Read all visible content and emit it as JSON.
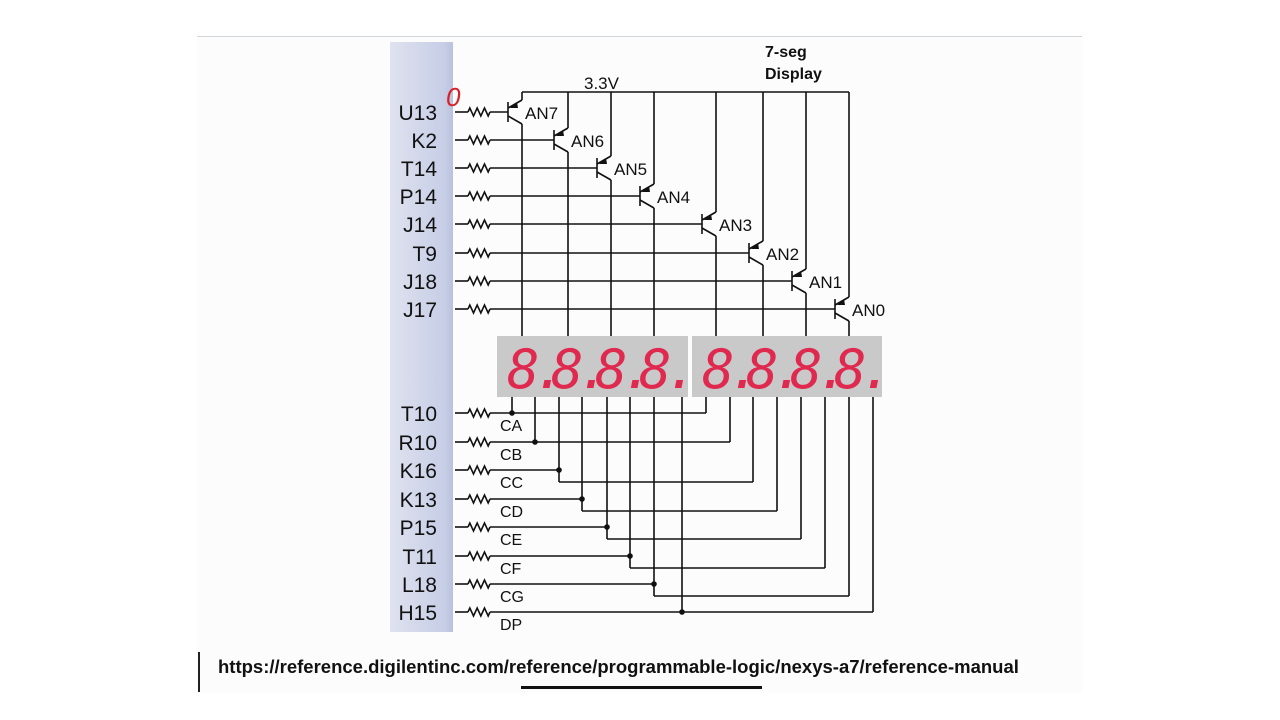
{
  "diagram": {
    "title": "7-seg Display",
    "supply_label": "3.3V",
    "annotation": "0",
    "anode_pins": [
      "U13",
      "K2",
      "T14",
      "P14",
      "J14",
      "T9",
      "J18",
      "J17"
    ],
    "anode_labels": [
      "AN7",
      "AN6",
      "AN5",
      "AN4",
      "AN3",
      "AN2",
      "AN1",
      "AN0"
    ],
    "cathode_pins": [
      "T10",
      "R10",
      "K16",
      "K13",
      "P15",
      "T11",
      "L18",
      "H15"
    ],
    "cathode_labels": [
      "CA",
      "CB",
      "CC",
      "CD",
      "CE",
      "CF",
      "CG",
      "DP"
    ],
    "digits": [
      "8.",
      "8.",
      "8.",
      "8.",
      "8.",
      "8.",
      "8.",
      "8."
    ],
    "colors": {
      "segment": "#e0294f",
      "display_body": "#c9c9c9",
      "pin_bar": "#cdd3e8",
      "annotation": "#d8202a"
    }
  },
  "caption": {
    "url": "https://reference.digilentinc.com/reference/programmable-logic/nexys-a7/reference-manual"
  }
}
